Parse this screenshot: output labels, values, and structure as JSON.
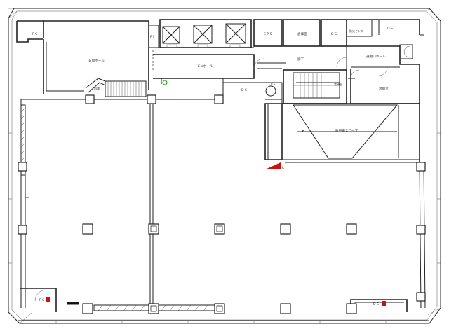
{
  "rooms": {
    "ps_top_left": "P S",
    "lobby_hall": "玄関ホール",
    "ps_small": "P S",
    "eps": "E P S",
    "storage_1": "倉庫室",
    "ds_1": "D S",
    "disaster_center": "防災センター",
    "ds_2": "D S",
    "ev_hall": "E Vホール",
    "corridor": "廊下",
    "service_hall": "通用口ホール",
    "ds_3": "D S",
    "ramp_small": "斜路",
    "storage_2": "倉庫室",
    "storage_3": "倉庫室",
    "slope": "駐車場スロープ",
    "ps_bottom_left": "P S",
    "ds_bottom_right": "D S",
    "marker_r": "R",
    "marker_ps": "P S"
  },
  "colors": {
    "wall": "#222222",
    "fire_equipment": "#cc1111",
    "emergency_exit": "#22aa22",
    "paper": "#ffffff"
  }
}
